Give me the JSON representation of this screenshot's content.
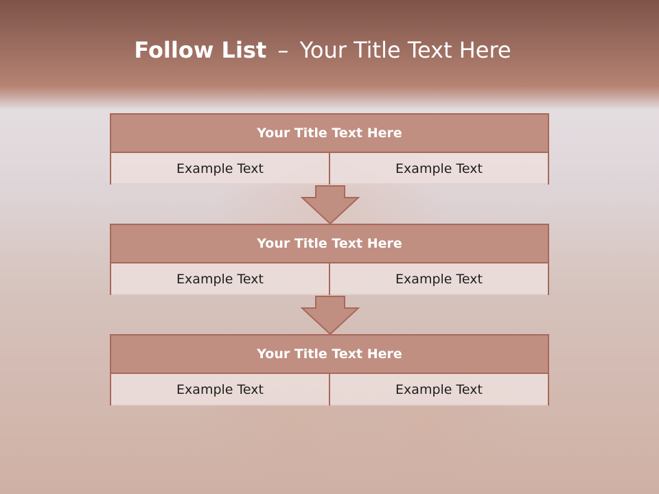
{
  "slide": {
    "title_bold": "Follow List",
    "title_separator": "–",
    "title_rest": "Your Title Text Here"
  },
  "blocks": [
    {
      "title": "Your Title Text Here",
      "left": "Example Text",
      "right": "Example Text"
    },
    {
      "title": "Your Title Text Here",
      "left": "Example Text",
      "right": "Example Text"
    },
    {
      "title": "Your Title Text Here",
      "left": "Example Text",
      "right": "Example Text"
    }
  ],
  "colors": {
    "header": "#9c6e61",
    "block_title": "#c08f82",
    "border": "#a8685a",
    "cell": "#ecdedc",
    "arrow_fill": "#c08f82"
  }
}
